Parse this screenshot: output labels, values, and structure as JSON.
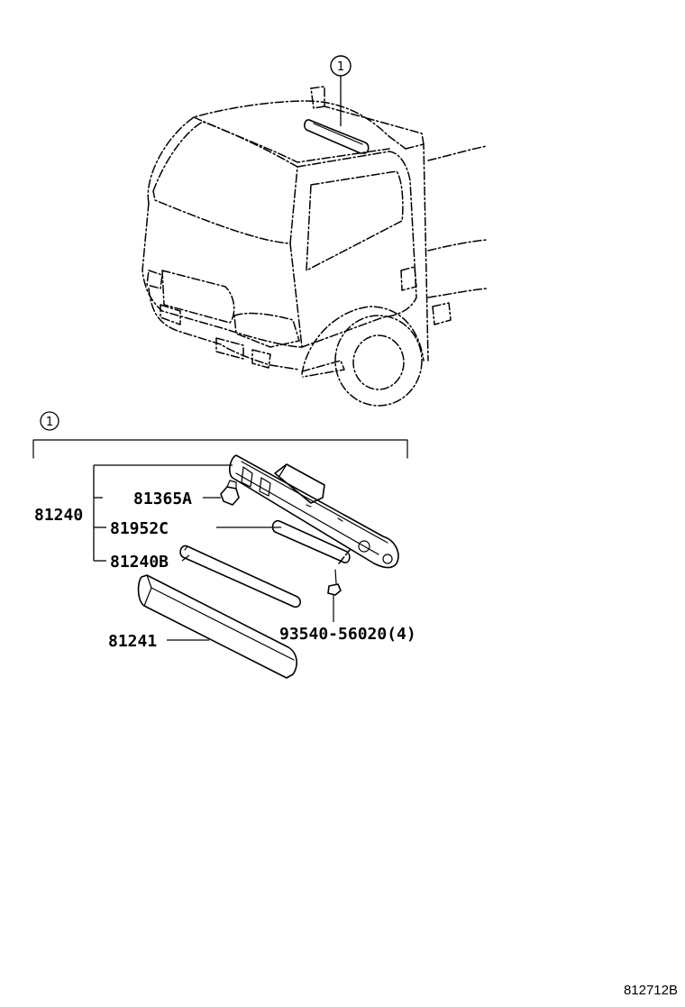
{
  "callout_number": "1",
  "group_callout_number": "1",
  "parts": {
    "assembly": "81240",
    "sub_parts": [
      {
        "part_no": "81365A"
      },
      {
        "part_no": "81952C"
      },
      {
        "part_no": "81240B"
      }
    ],
    "lens": "81241",
    "screw": "93540-56020(4)"
  },
  "figure_number": "812712B"
}
